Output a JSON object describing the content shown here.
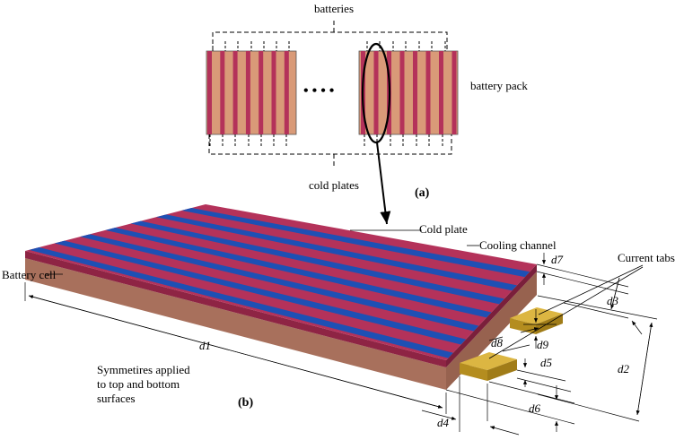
{
  "part_a": {
    "label": "(a)",
    "batteries": "batteries",
    "battery_pack": "battery pack",
    "cold_plates": "cold plates",
    "ellipsis": "• • • •"
  },
  "part_b": {
    "label": "(b)",
    "cold_plate": "Cold plate",
    "cooling_channel": "Cooling channel",
    "battery_cell": "Battery cell",
    "current_tabs": "Current tabs",
    "note_line1": "Symmetires applied",
    "note_line2": "to top and bottom",
    "note_line3": "surfaces"
  },
  "dimensions": {
    "d1": "d1",
    "d2": "d2",
    "d3": "d3",
    "d4": "d4",
    "d5": "d5",
    "d6": "d6",
    "d7": "d7",
    "d8": "d8",
    "d9": "d9"
  },
  "colors": {
    "cold_plate": "#b4325a",
    "cooling_channel": "#1e50b4",
    "cell_light": "#d99a78",
    "cell_side": "#a8705c",
    "tab": "#c9a32a"
  }
}
